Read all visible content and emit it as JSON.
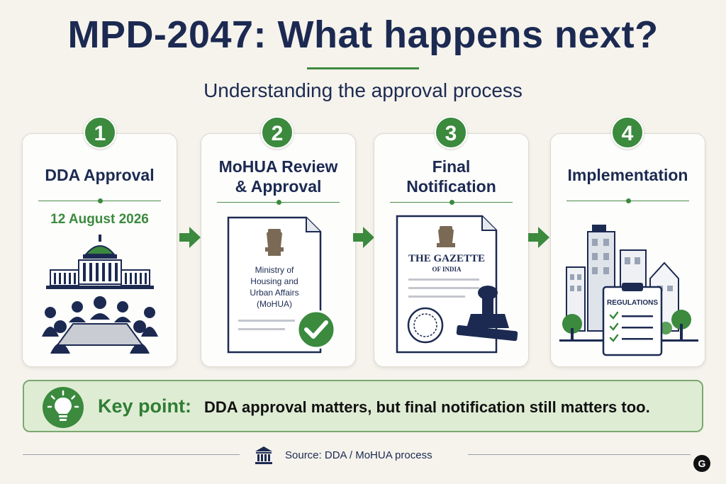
{
  "title": "MPD-2047: What happens next?",
  "subtitle": "Understanding the approval process",
  "steps": [
    {
      "number": "1",
      "title_lines": [
        "DDA Approval"
      ],
      "date": "12 August 2026",
      "illustration": "dda-building-meeting"
    },
    {
      "number": "2",
      "title_lines": [
        "MoHUA Review",
        "& Approval"
      ],
      "doc_lines": [
        "Ministry of",
        "Housing and",
        "Urban Affairs",
        "(MoHUA)"
      ],
      "illustration": "approved-document"
    },
    {
      "number": "3",
      "title_lines": [
        "Final",
        "Notification"
      ],
      "gazette_title": "THE GAZETTE",
      "gazette_sub": "OF INDIA",
      "illustration": "gazette-with-stamp"
    },
    {
      "number": "4",
      "title_lines": [
        "Implementation"
      ],
      "clipboard_label": "REGULATIONS",
      "illustration": "city-with-regulations"
    }
  ],
  "key_point": {
    "label": "Key point:",
    "text": "DDA approval matters, but final notification still matters too.",
    "icon": "lightbulb-icon"
  },
  "source": {
    "text": "Source: DDA / MoHUA process",
    "icon": "institution-icon"
  },
  "logo_glyph": "G",
  "colors": {
    "navy": "#1c2a52",
    "green": "#3b8a3e",
    "background": "#f5f3ec",
    "keybox": "#dfecd4"
  }
}
